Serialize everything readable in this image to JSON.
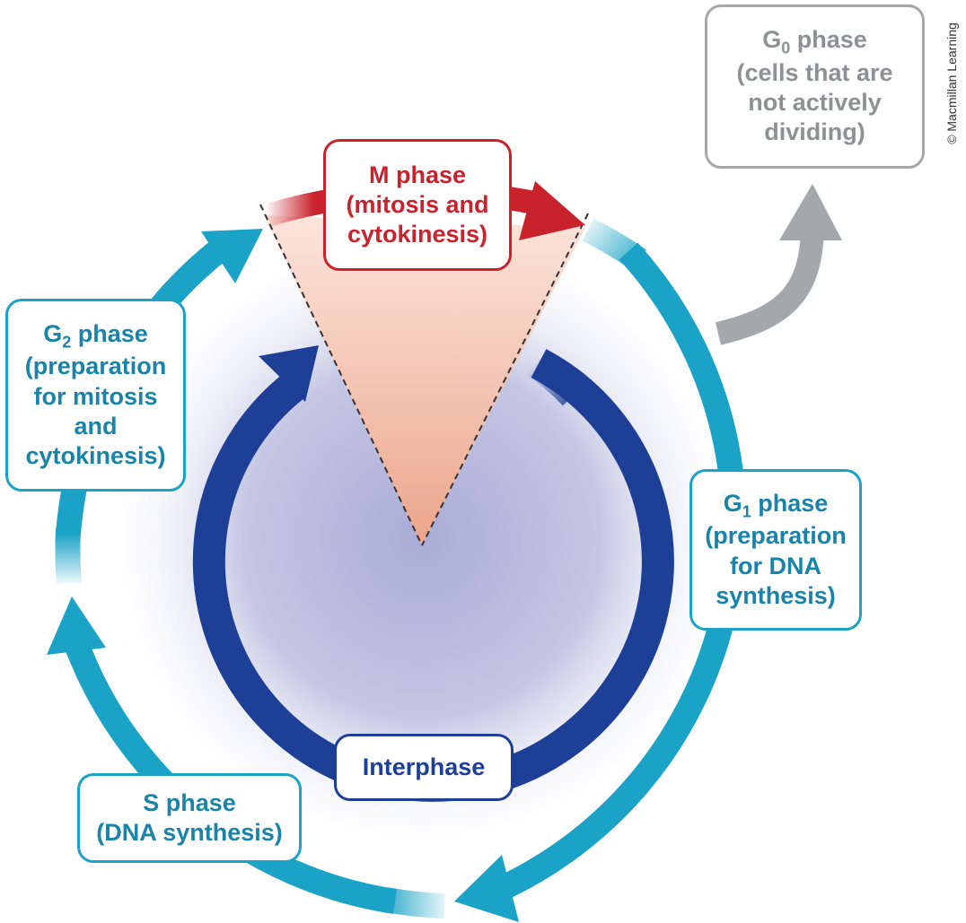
{
  "colors": {
    "teal": "#1aa3c6",
    "teal_text": "#1a84a8",
    "navy": "#1e3f96",
    "red": "#c8232c",
    "gray": "#a5a7aa",
    "gray_text": "#8e9093",
    "wedge_peach": "#efb29c",
    "halo_lavender": "#a9acd6"
  },
  "m_phase": {
    "title": "M phase",
    "line2": "(mitosis and",
    "line3": "cytokinesis)"
  },
  "g0_phase": {
    "title_main": "G",
    "title_sub": "0",
    "title_rest": " phase",
    "line2": "(cells that are",
    "line3": "not actively",
    "line4": "dividing)"
  },
  "g2_phase": {
    "title_main": "G",
    "title_sub": "2",
    "title_rest": " phase",
    "line2": "(preparation",
    "line3": "for mitosis",
    "line4": "and",
    "line5": "cytokinesis)"
  },
  "g1_phase": {
    "title_main": "G",
    "title_sub": "1",
    "title_rest": " phase",
    "line2": "(preparation",
    "line3": "for DNA",
    "line4": "synthesis)"
  },
  "s_phase": {
    "title": "S phase",
    "line2": "(DNA synthesis)"
  },
  "interphase": {
    "label": "Interphase"
  },
  "copyright": "© Macmillan Learning",
  "icons": {
    "cycle_arrowheads": "triangle-arrowhead",
    "g0_exit_arrow": "curved-arrow-up"
  }
}
